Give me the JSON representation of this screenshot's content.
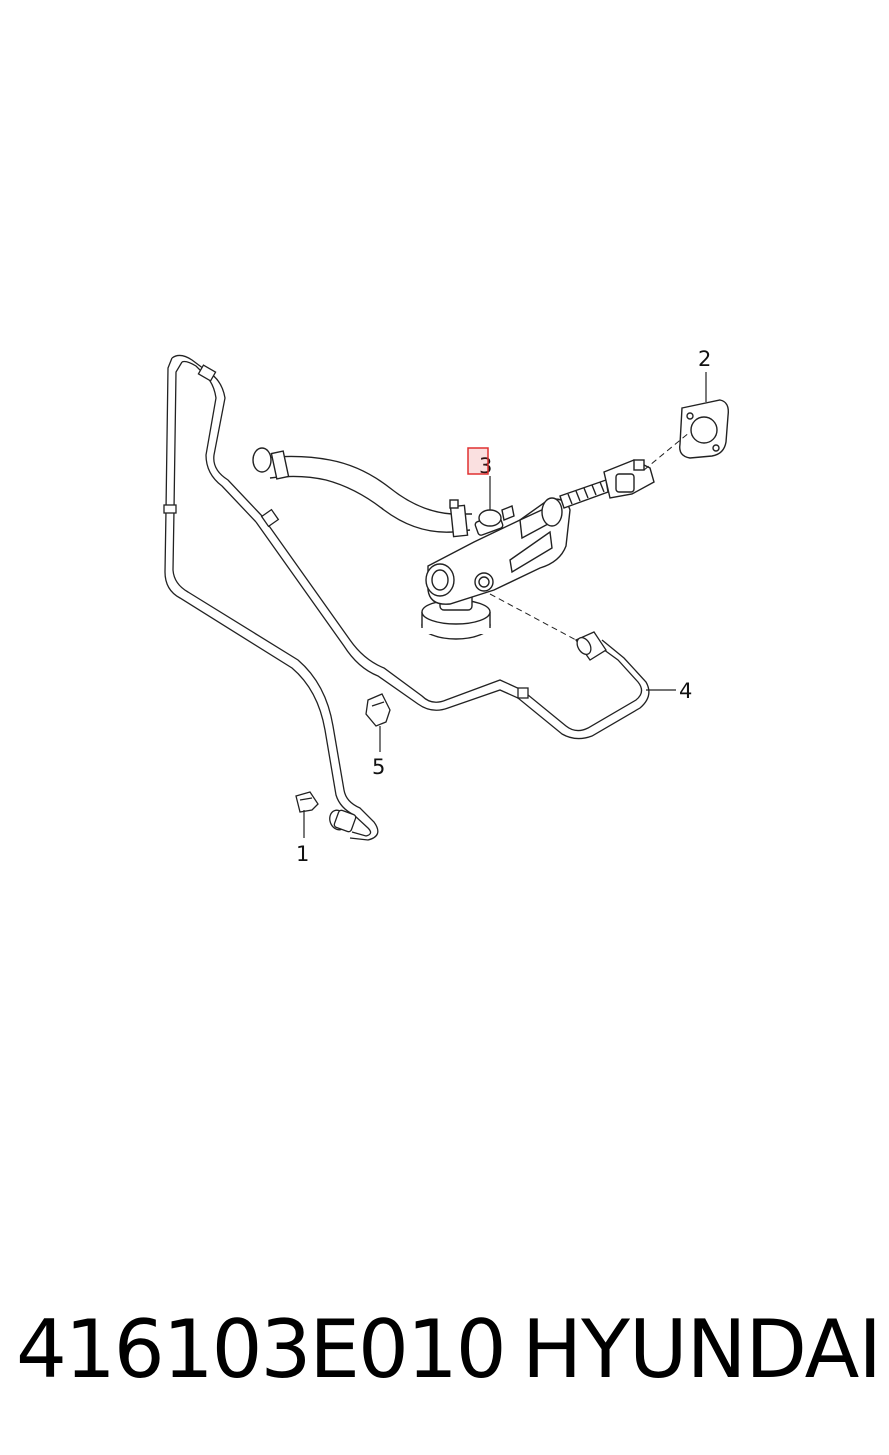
{
  "callouts": {
    "c1": "1",
    "c2": "2",
    "c3": "3",
    "c4": "4",
    "c5": "5"
  },
  "highlight_color": "#e03030",
  "footer": {
    "part_number": "416103E010",
    "brand": "HYUNDAI"
  }
}
